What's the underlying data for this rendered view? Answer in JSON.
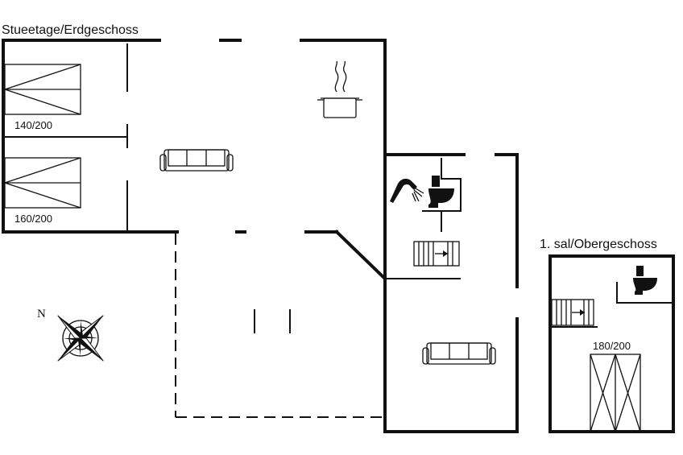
{
  "floors": {
    "ground": {
      "title": "Stueetage/Erdgeschoss"
    },
    "upper": {
      "title": "1. sal/Obergeschoss"
    }
  },
  "beds": {
    "ground_1": "140/200",
    "ground_2": "160/200",
    "upper_1": "180/200"
  },
  "compass": {
    "north_label": "N"
  },
  "icons": [
    "bed-icon",
    "sofa-icon",
    "cooking-pot-icon",
    "shower-icon",
    "toilet-icon",
    "stairs-icon",
    "compass-rose-icon"
  ]
}
